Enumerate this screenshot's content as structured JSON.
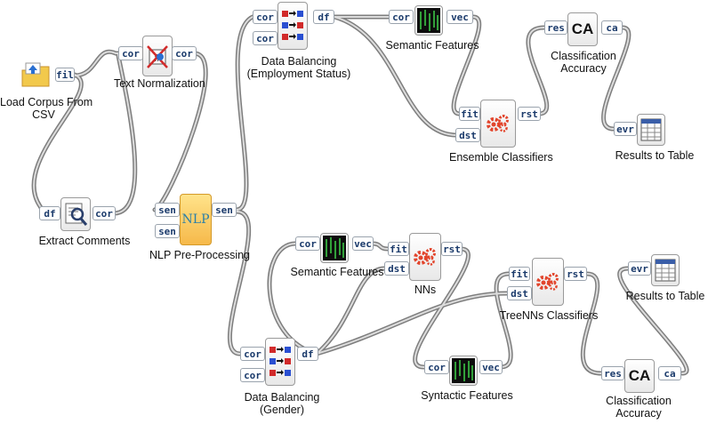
{
  "nodes": {
    "load_corpus": {
      "label_line1": "Load Corpus From",
      "label_line2": "CSV",
      "ports": [
        "fil"
      ]
    },
    "text_norm": {
      "label": "Text Normalization",
      "ports": [
        "cor",
        "cor"
      ]
    },
    "extract_comments": {
      "label": "Extract Comments",
      "ports": [
        "df",
        "cor"
      ]
    },
    "nlp": {
      "icon_text": "NLP",
      "label": "NLP Pre-Processing",
      "ports": [
        "sen",
        "sen",
        "sen"
      ]
    },
    "balance_emp": {
      "label_line1": "Data Balancing",
      "label_line2": "(Employment Status)",
      "ports": [
        "cor",
        "cor",
        "df"
      ]
    },
    "sem_top": {
      "label": "Semantic Features",
      "ports": [
        "cor",
        "vec"
      ]
    },
    "ca_top": {
      "icon_text": "CA",
      "label_line1": "Classification",
      "label_line2": "Accuracy",
      "ports": [
        "res",
        "ca"
      ]
    },
    "ensemble": {
      "label": "Ensemble Classifiers",
      "ports": [
        "fit",
        "dst",
        "rst"
      ]
    },
    "table_top": {
      "label": "Results to Table",
      "ports": [
        "evr"
      ]
    },
    "sem_mid": {
      "label": "Semantic Features",
      "ports": [
        "cor",
        "vec"
      ]
    },
    "nns": {
      "label": "NNs",
      "ports": [
        "fit",
        "dst",
        "rst"
      ]
    },
    "treenns": {
      "label": "TreeNNs Classifiers",
      "ports": [
        "fit",
        "dst",
        "rst"
      ]
    },
    "table_bot": {
      "label": "Results to Table",
      "ports": [
        "evr"
      ]
    },
    "balance_gen": {
      "label_line1": "Data Balancing",
      "label_line2": "(Gender)",
      "ports": [
        "cor",
        "cor",
        "df"
      ]
    },
    "syntactic": {
      "label": "Syntactic Features",
      "ports": [
        "cor",
        "vec"
      ]
    },
    "ca_bot": {
      "icon_text": "CA",
      "label_line1": "Classification",
      "label_line2": "Accuracy",
      "ports": [
        "res",
        "ca"
      ]
    }
  },
  "colors": {
    "wire": "#7e7e7e",
    "port_text": "#1a3a6b",
    "nlp_fill": "#f6b94a",
    "gear": "#e2452c"
  },
  "icons": {
    "load_corpus": "folder-upload-icon",
    "text_norm": "normalization-icon",
    "extract_comments": "magnifier-document-icon",
    "nlp": "nlp-icon",
    "balance": "balancing-icon",
    "features": "matrix-icon",
    "classifier": "gears-icon",
    "ca": "ca-icon",
    "table": "table-icon"
  }
}
